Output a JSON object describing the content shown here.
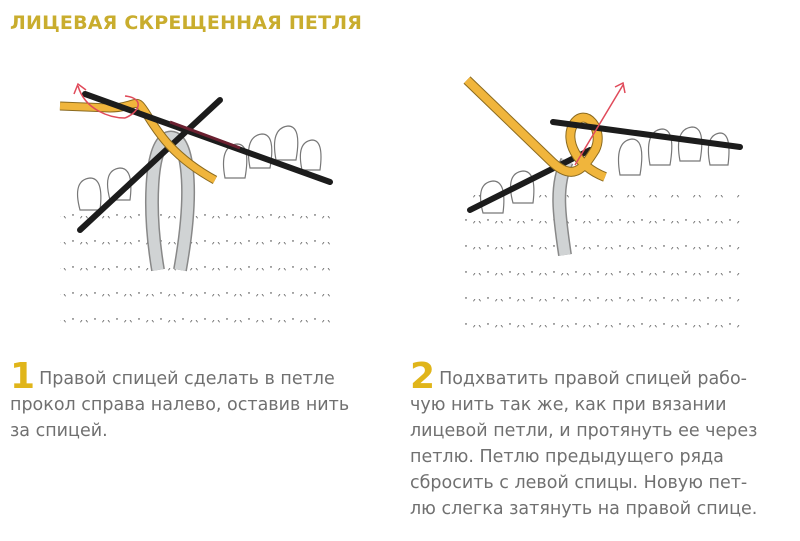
{
  "title": "ЛИЦЕВАЯ СКРЕЩЕННАЯ ПЕТЛЯ",
  "colors": {
    "title": "#c9ad2e",
    "numerals": "#e0b51a",
    "body_text": "#707070",
    "yarn": "#f0b53c",
    "needle": "#1c1c1c",
    "loop_highlight": "#d0d3d4",
    "arrow": "#e04a5a"
  },
  "figures": [
    {
      "label": "step-1-illustration",
      "icons": [
        "knitting-needle-icon",
        "yarn-strand-icon",
        "arrow-icon",
        "knit-fabric-icon"
      ]
    },
    {
      "label": "step-2-illustration",
      "icons": [
        "knitting-needle-icon",
        "yarn-strand-icon",
        "arrow-icon",
        "knit-fabric-icon"
      ]
    }
  ],
  "steps": [
    {
      "number": "1",
      "lines": [
        "Правой спицей сделать в петле",
        "прокол справа налево, оставив нить",
        "за спицей."
      ]
    },
    {
      "number": "2",
      "lines": [
        "Подхватить правой спицей рабо-",
        "чую нить так же, как при вязании",
        "лицевой петли, и протянуть ее через",
        "петлю. Петлю предыдущего ряда",
        "сбросить с левой спицы. Новую пет-",
        "лю слегка затянуть на правой спице."
      ]
    }
  ]
}
